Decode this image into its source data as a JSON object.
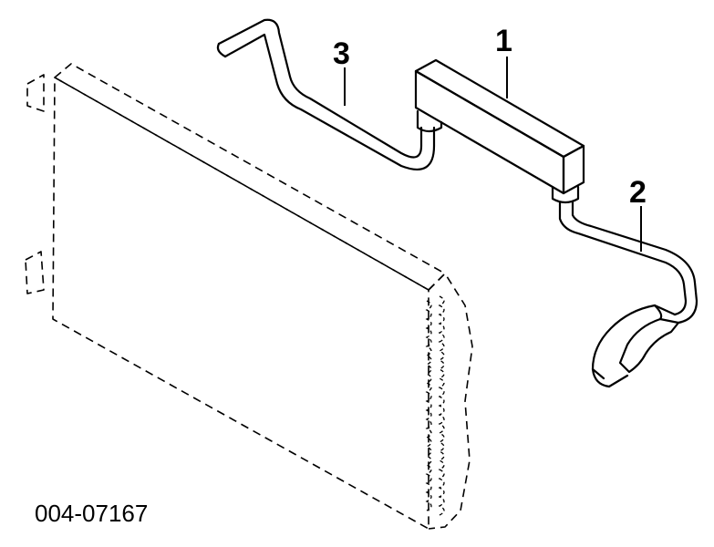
{
  "callouts": {
    "one": "1",
    "two": "2",
    "three": "3"
  },
  "part_number": "004-07167"
}
